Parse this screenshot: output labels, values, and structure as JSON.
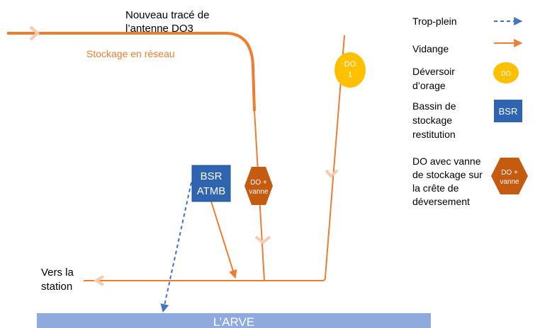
{
  "colors": {
    "pipe": "#ED7D31",
    "pipe_dark": "#E8701E",
    "arrow_light": "#F8CBAD",
    "overflow": "#4472C4",
    "do_yellow": "#FFC000",
    "bsr_blue": "#2E64B0",
    "vanne_brown": "#C55A11",
    "river": "#8FAADC",
    "text": "#000000",
    "white": "#ffffff"
  },
  "labels": {
    "title_line1": "Nouveau tracé de",
    "title_line2": "l’antenne DO3",
    "storage_network": "Stockage en réseau",
    "to_station_line1": "Vers la",
    "to_station_line2": "station",
    "river": "L’ARVE"
  },
  "nodes": {
    "do1_line1": "DO",
    "do1_line2": "1",
    "bsr_atmb_line1": "BSR",
    "bsr_atmb_line2": "ATMB",
    "do_vanne_line1": "DO +",
    "do_vanne_line2": "vanne"
  },
  "legend": {
    "overflow_label": "Trop-plein",
    "drain_label": "Vidange",
    "deversoir_line1": "Déversoir",
    "deversoir_line2": "d’orage",
    "deversoir_symbol": "DO",
    "bassin_line1": "Bassin de",
    "bassin_line2": "stockage",
    "bassin_line3": "restitution",
    "bassin_symbol": "BSR",
    "vanne_line1": "DO avec vanne",
    "vanne_line2": "de stockage sur",
    "vanne_line3": "la crête de",
    "vanne_line4": "déversement",
    "vanne_symbol_line1": "DO +",
    "vanne_symbol_line2": "vanne"
  }
}
